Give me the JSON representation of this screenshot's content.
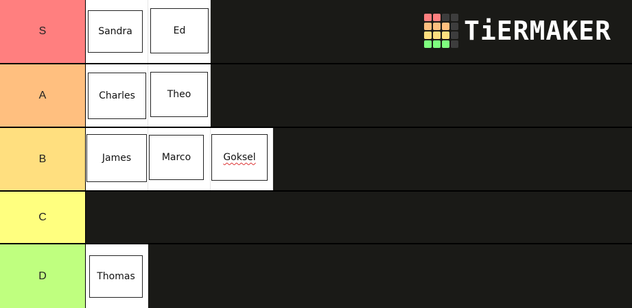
{
  "brand": {
    "name": "TiERMAKER",
    "grid_colors": [
      "#ff7f7f",
      "#ff7f7f",
      "#3d3d3d",
      "#3d3d3d",
      "#ffbf7f",
      "#ffbf7f",
      "#ffbf7f",
      "#3d3d3d",
      "#ffdf7f",
      "#ffdf7f",
      "#ffdf7f",
      "#3d3d3d",
      "#7fff7f",
      "#7fff7f",
      "#7fff7f",
      "#3d3d3d"
    ]
  },
  "tiers": [
    {
      "label": "S",
      "color": "#ff7f7f",
      "items": [
        "Sandra",
        "Ed"
      ]
    },
    {
      "label": "A",
      "color": "#ffbf7f",
      "items": [
        "Charles",
        "Theo"
      ]
    },
    {
      "label": "B",
      "color": "#ffdf7f",
      "items": [
        "James",
        "Marco",
        "Goksel"
      ]
    },
    {
      "label": "C",
      "color": "#ffff7f",
      "items": []
    },
    {
      "label": "D",
      "color": "#bfff7f",
      "items": [
        "Thomas"
      ]
    }
  ]
}
